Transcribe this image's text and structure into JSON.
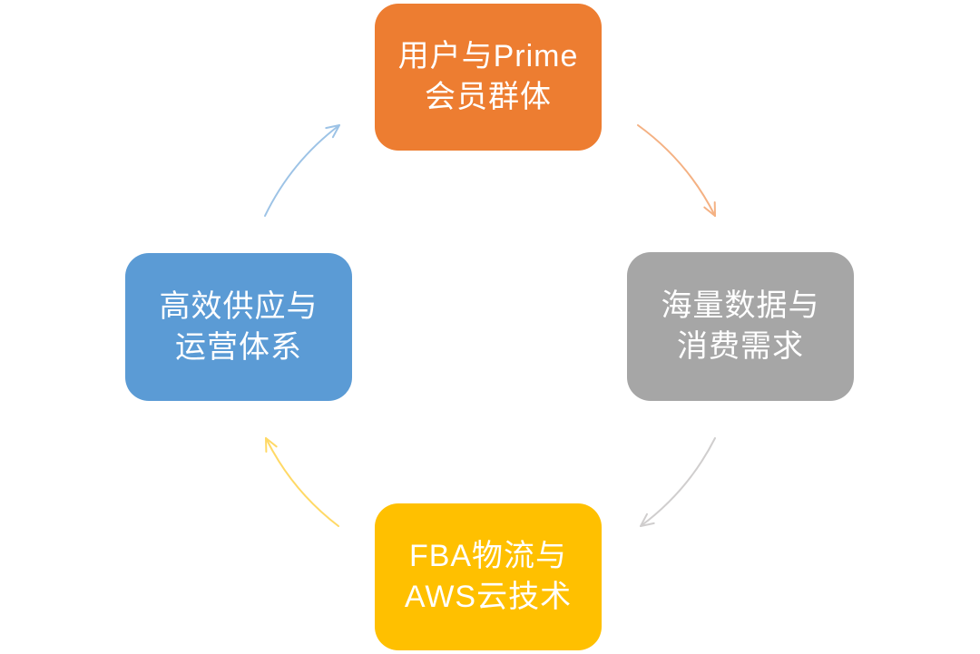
{
  "diagram": {
    "type": "cycle",
    "direction": "clockwise",
    "background_color": "#FFFFFF",
    "label_text_color": "#FFFFFF",
    "nodes": [
      {
        "id": "top",
        "label": "用户与Prime\n会员群体",
        "color": "#ED7D31"
      },
      {
        "id": "right",
        "label": "海量数据与\n消费需求",
        "color": "#A6A6A6"
      },
      {
        "id": "bottom",
        "label": "FBA物流与\nAWS云技术",
        "color": "#FFC000"
      },
      {
        "id": "left",
        "label": "高效供应与\n运营体系",
        "color": "#5B9BD5"
      }
    ],
    "arrows": [
      {
        "from": "top",
        "to": "right",
        "color": "#F4B183"
      },
      {
        "from": "right",
        "to": "bottom",
        "color": "#D0CECE"
      },
      {
        "from": "bottom",
        "to": "left",
        "color": "#FFD966"
      },
      {
        "from": "left",
        "to": "top",
        "color": "#9DC3E6"
      }
    ]
  }
}
